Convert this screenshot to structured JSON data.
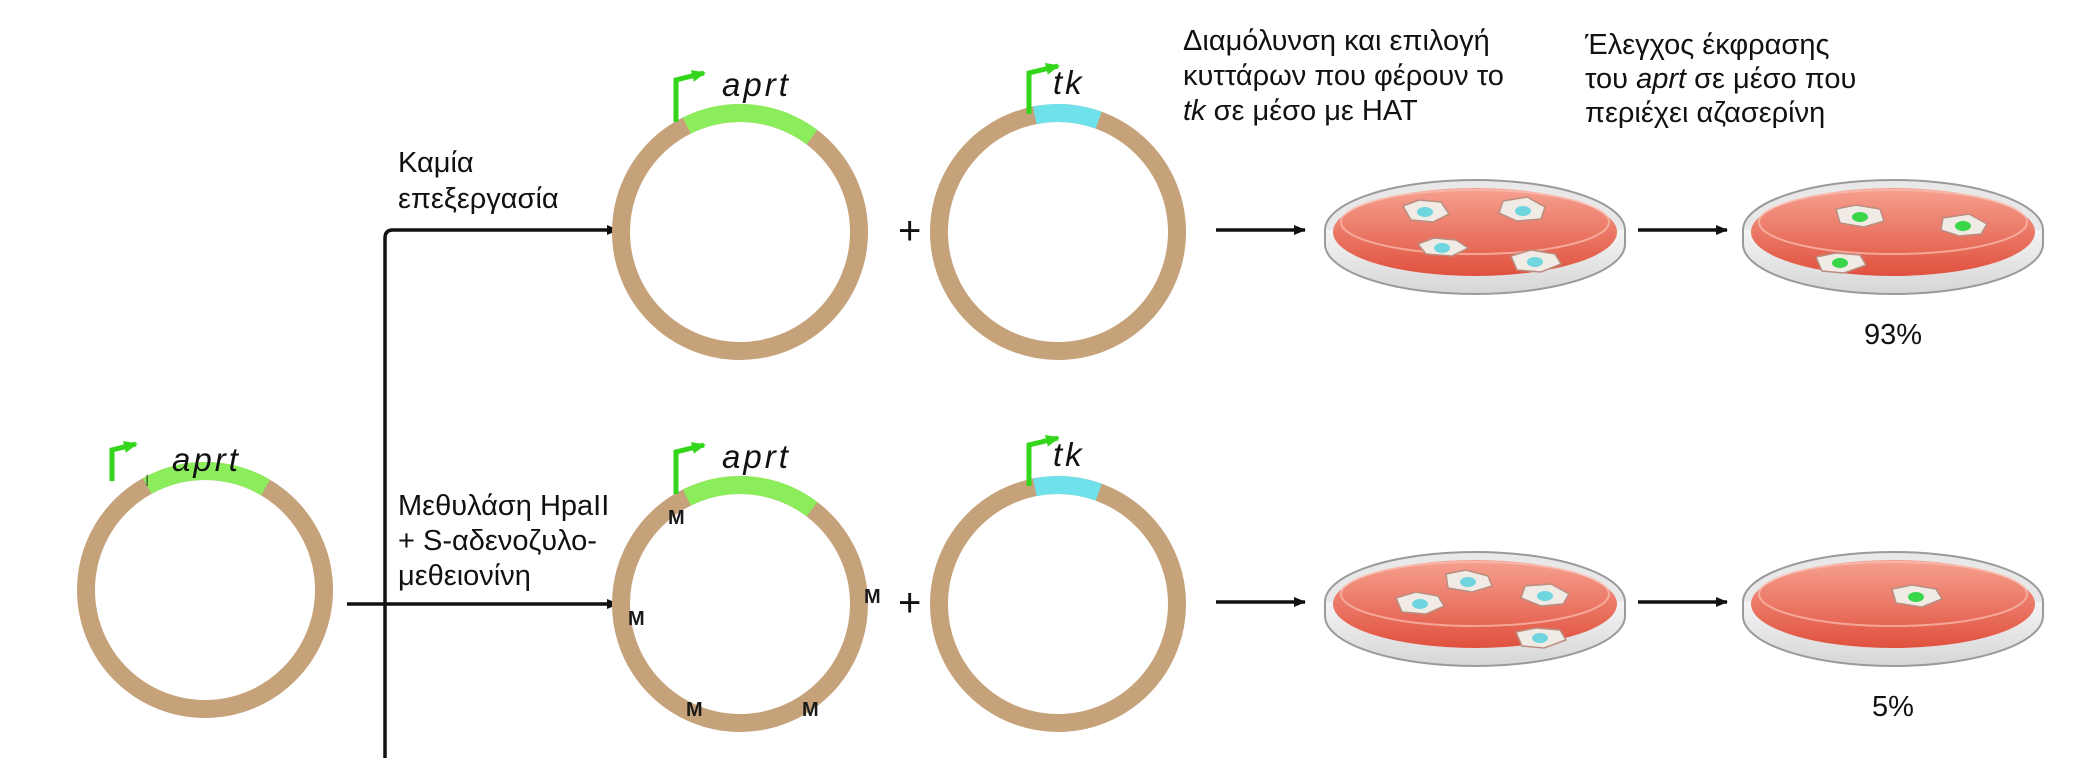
{
  "colors": {
    "plasmid": "#c6a27a",
    "aprt_gene": "#8ced5c",
    "tk_gene": "#6fe1ea",
    "promoter_arrow": "#33d61a",
    "dish_medium": "#ef6f5d",
    "nucleus_blue": "#6fd6e0",
    "nucleus_green": "#39d64a"
  },
  "genes": {
    "aprt": "aprt",
    "tk": "tk"
  },
  "labels": {
    "untreated_line1": "Καμία",
    "untreated_line2": "επεξεργασία",
    "methylase_line1": "Μεθυλάση HpaII",
    "methylase_line2": "+ S-αδενοζυλο-",
    "methylase_line3": "μεθειονίνη",
    "transfection_line1": "Διαμόλυνση και επιλογή",
    "transfection_line2": "κυττάρων που φέρουν το",
    "transfection_line3_gene": "tk",
    "transfection_line3_rest": " σε μέσο με HAT",
    "expression_line1": "Έλεγχος έκφρασης",
    "expression_line2_pre": "του ",
    "expression_line2_gene": "aprt",
    "expression_line2_post": " σε μέσο που",
    "expression_line3": "περιέχει αζασερίνη",
    "plus": "+",
    "methyl_mark": "M"
  },
  "results": {
    "untreated_percent": "93%",
    "methylated_percent": "5%"
  }
}
